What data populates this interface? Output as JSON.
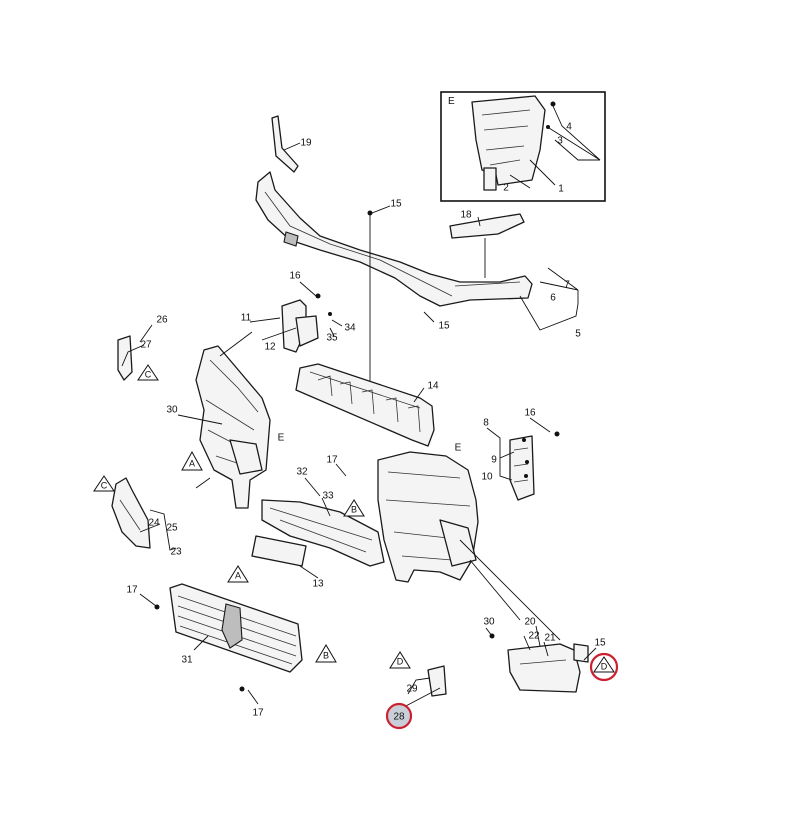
{
  "callouts": [
    {
      "id": "c19",
      "text": "19"
    },
    {
      "id": "c15a",
      "text": "15"
    },
    {
      "id": "c18",
      "text": "18"
    },
    {
      "id": "c7",
      "text": "7"
    },
    {
      "id": "c6",
      "text": "6"
    },
    {
      "id": "c5",
      "text": "5"
    },
    {
      "id": "c15b",
      "text": "15"
    },
    {
      "id": "c16a",
      "text": "16"
    },
    {
      "id": "c11",
      "text": "11"
    },
    {
      "id": "c12",
      "text": "12"
    },
    {
      "id": "c34",
      "text": "34"
    },
    {
      "id": "c35",
      "text": "35"
    },
    {
      "id": "c26",
      "text": "26"
    },
    {
      "id": "c27",
      "text": "27"
    },
    {
      "id": "c14",
      "text": "14"
    },
    {
      "id": "c30a",
      "text": "30"
    },
    {
      "id": "c8",
      "text": "8"
    },
    {
      "id": "c16b",
      "text": "16"
    },
    {
      "id": "c9",
      "text": "9"
    },
    {
      "id": "c10",
      "text": "10"
    },
    {
      "id": "c17a",
      "text": "17"
    },
    {
      "id": "c32",
      "text": "32"
    },
    {
      "id": "c33",
      "text": "33"
    },
    {
      "id": "c24",
      "text": "24"
    },
    {
      "id": "c25",
      "text": "25"
    },
    {
      "id": "c23",
      "text": "23"
    },
    {
      "id": "c13",
      "text": "13"
    },
    {
      "id": "c17b",
      "text": "17"
    },
    {
      "id": "c31",
      "text": "31"
    },
    {
      "id": "c17c",
      "text": "17"
    },
    {
      "id": "c29",
      "text": "29"
    },
    {
      "id": "c28",
      "text": "28"
    },
    {
      "id": "c30b",
      "text": "30"
    },
    {
      "id": "c20",
      "text": "20"
    },
    {
      "id": "c22",
      "text": "22"
    },
    {
      "id": "c21",
      "text": "21"
    },
    {
      "id": "c15c",
      "text": "15"
    },
    {
      "id": "c4",
      "text": "4"
    },
    {
      "id": "c3",
      "text": "3"
    },
    {
      "id": "c2",
      "text": "2"
    },
    {
      "id": "c1",
      "text": "1"
    }
  ],
  "view_markers": [
    {
      "id": "tA1",
      "text": "A"
    },
    {
      "id": "tA2",
      "text": "A"
    },
    {
      "id": "tB1",
      "text": "B"
    },
    {
      "id": "tB2",
      "text": "B"
    },
    {
      "id": "tC1",
      "text": "C"
    },
    {
      "id": "tC2",
      "text": "C"
    },
    {
      "id": "tD1",
      "text": "D"
    },
    {
      "id": "tD2",
      "text": "D"
    }
  ],
  "section_labels": {
    "e_left": "E",
    "e_right": "E"
  },
  "inset": {
    "label": "E"
  },
  "colors": {
    "highlight_ring": "#cc2030",
    "highlight_fill": "#c9cfd9"
  }
}
